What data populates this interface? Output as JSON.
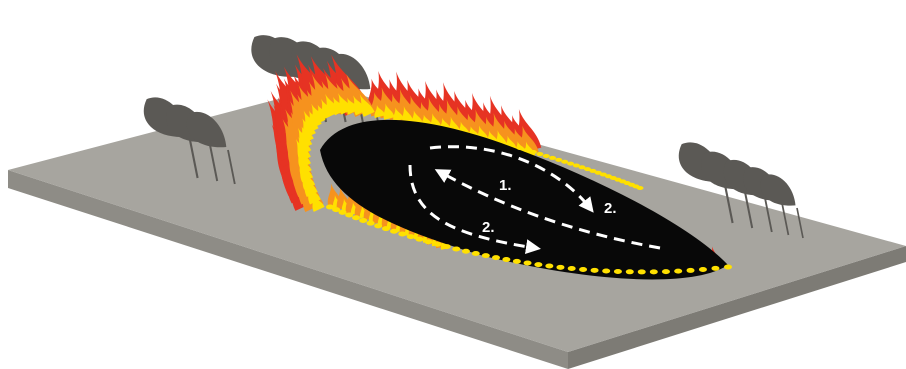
{
  "diagram": {
    "labels": {
      "l1": "1.",
      "l2_top": "2.",
      "l2_bottom": "2."
    },
    "colors": {
      "ground_top": "#a7a59f",
      "ground_side": "#8e8c86",
      "ground_edge": "#7d7b75",
      "burned_area": "#080808",
      "fire_red": "#e63323",
      "fire_orange": "#f6921e",
      "fire_yellow": "#ffe000",
      "trees": "#5b5955",
      "arrows": "#ffffff"
    },
    "icons": [
      "tree-icon",
      "flame-icon",
      "arrow-icon"
    ]
  }
}
